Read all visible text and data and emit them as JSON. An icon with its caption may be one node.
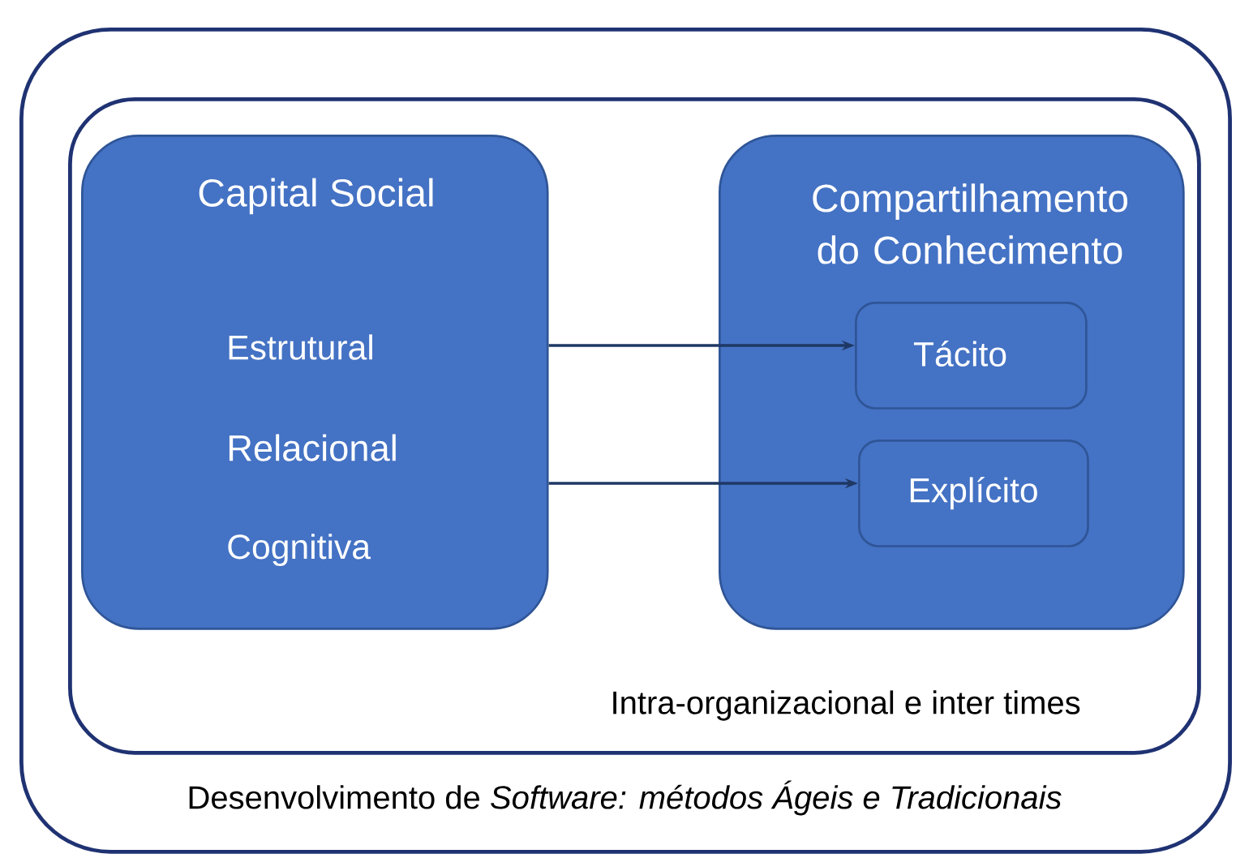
{
  "diagram": {
    "nodes": [
      {
        "text": [
          "Desenvolvimento de *Software: métodos Ágeis e Tradicionais*"
        ]
      },
      {
        "text": [
          "Intra-organizacional e inter times"
        ],
        "in": 0
      },
      {
        "text": [
          "Capital Social",
          "Estrutural",
          "Relacional",
          "Cognitiva"
        ],
        "in": 1
      },
      {
        "text": [
          "Compartilhamento do Conhecimento"
        ],
        "in": 1
      },
      {
        "text": [
          "Tácito"
        ],
        "in": 3
      },
      {
        "text": [
          "Explícito"
        ],
        "in": 3
      }
    ],
    "edges": [
      {
        "from": 2,
        "to": 4,
        "arrow": "to"
      },
      {
        "from": 2,
        "to": 5,
        "arrow": "to"
      }
    ]
  }
}
